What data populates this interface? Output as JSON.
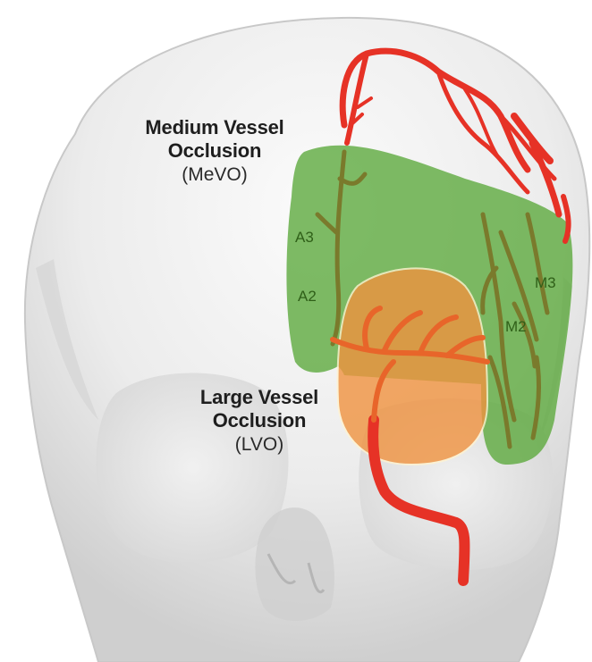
{
  "labels": {
    "mevo": {
      "line1": "Medium Vessel",
      "line2": "Occlusion",
      "abbr": "(MeVO)"
    },
    "lvo": {
      "line1": "Large Vessel",
      "line2": "Occlusion",
      "abbr": "(LVO)"
    }
  },
  "segments": {
    "a3": "A3",
    "a2": "A2",
    "m3": "M3",
    "m2": "M2"
  },
  "colors": {
    "mevo_region": "#5aa83a",
    "lvo_region": "#f09340",
    "artery": "#e63226",
    "branch": "#7a7a2c",
    "skull": "#e8e8e8"
  }
}
